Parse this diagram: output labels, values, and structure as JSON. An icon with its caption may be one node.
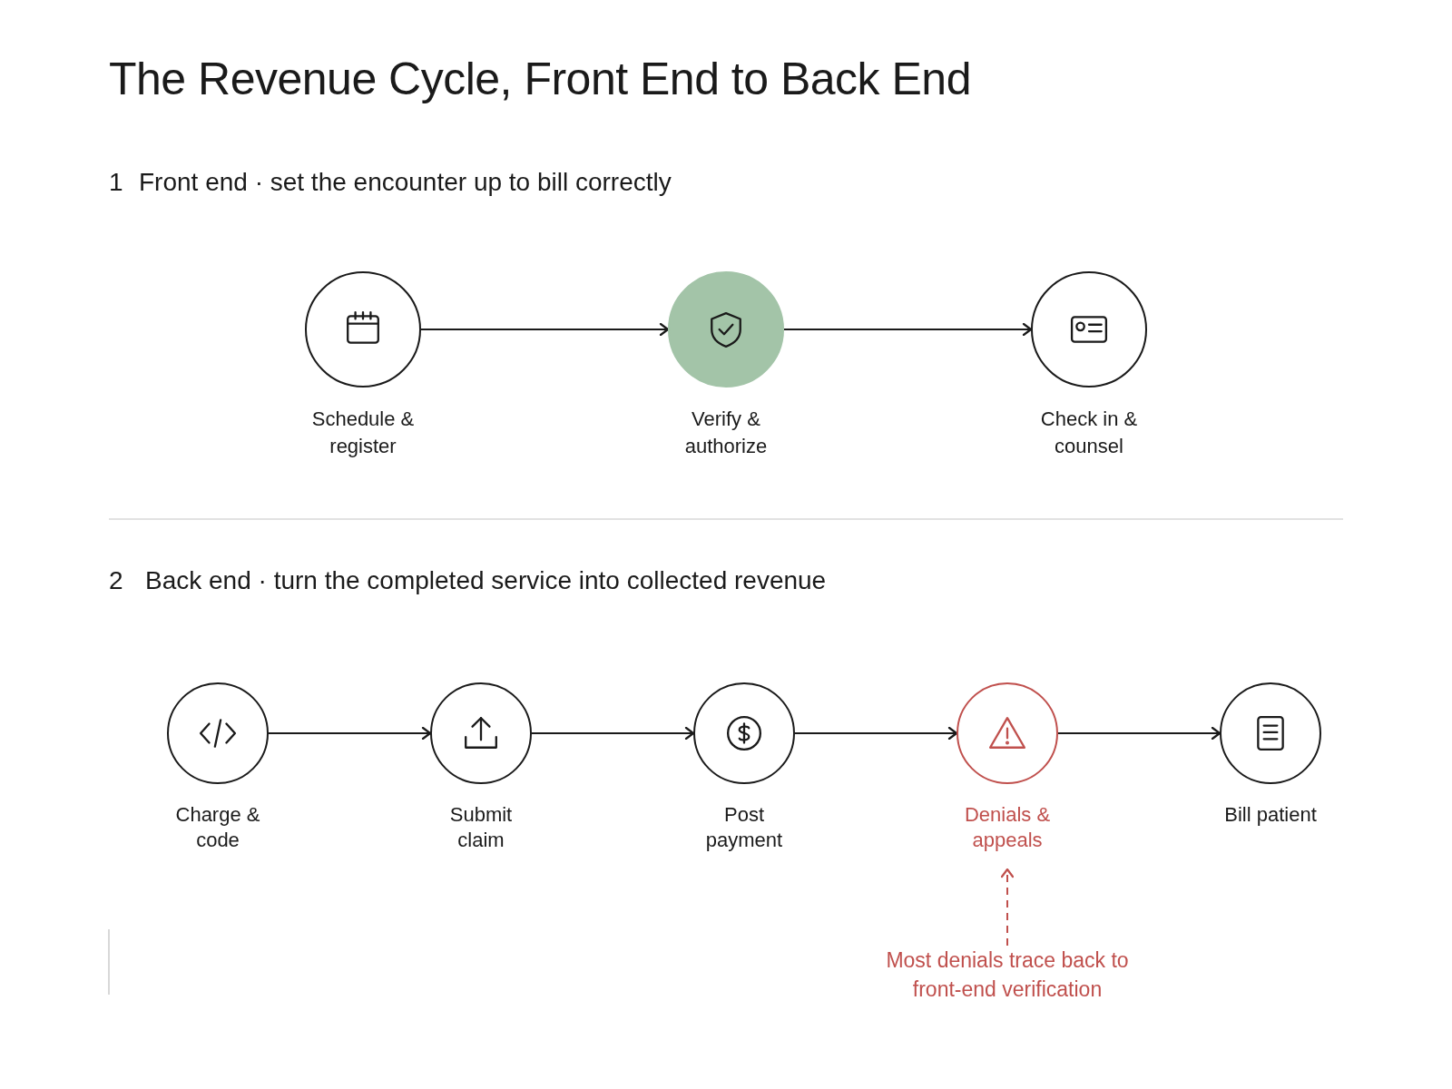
{
  "diagram": {
    "title": "The Revenue Cycle, Front End to Back End",
    "nodes": [
      {
        "text": [
          "Schedule & register"
        ]
      },
      {
        "text": [
          "Verify & authorize"
        ]
      },
      {
        "text": [
          "Check in & counsel"
        ]
      },
      {
        "text": [
          "Charge & code"
        ]
      },
      {
        "text": [
          "Submit claim"
        ]
      },
      {
        "text": [
          "Post payment"
        ]
      },
      {
        "text": [
          "Denials & appeals"
        ]
      },
      {
        "text": [
          "Bill patient"
        ]
      },
      {
        "text": [
          "Most denials trace back to front-end verification"
        ]
      }
    ],
    "edges": [
      {
        "from": 0,
        "to": 1,
        "arrow": "to"
      },
      {
        "from": 1,
        "to": 2,
        "arrow": "to"
      },
      {
        "from": 3,
        "to": 4,
        "arrow": "to"
      },
      {
        "from": 4,
        "to": 5,
        "arrow": "to"
      },
      {
        "from": 5,
        "to": 6,
        "arrow": "to"
      },
      {
        "from": 6,
        "to": 7,
        "arrow": "to"
      },
      {
        "from": 8,
        "to": 6,
        "arrow": "to",
        "style": "dashed",
        "color": "#c0504d"
      }
    ],
    "labels": [
      "1",
      "Front end · set the encounter up to bill correctly",
      "2",
      "Back end · turn the completed service into collected revenue"
    ]
  }
}
